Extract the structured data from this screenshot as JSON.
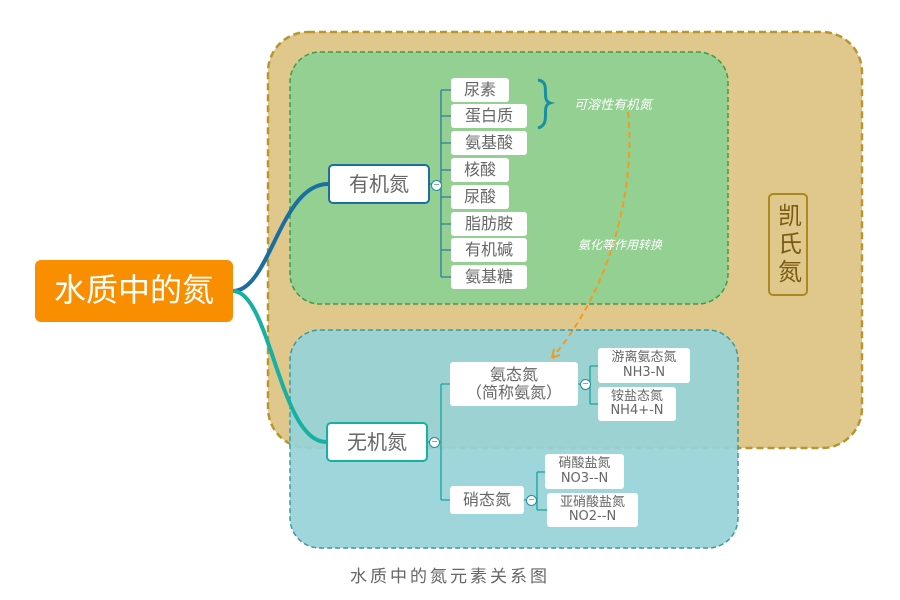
{
  "root": "水质中的氮",
  "kjeldahl": "凯氏氮",
  "organic": {
    "label": "有机氮",
    "children": [
      "尿素",
      "蛋白质",
      "氨基酸",
      "核酸",
      "尿酸",
      "脂肪胺",
      "有机碱",
      "氨基糖"
    ],
    "note": "可溶性有机氮"
  },
  "conversion_note": "氨化等作用转换",
  "inorganic": {
    "label": "无机氮",
    "ammonia": {
      "label": "氨态氮",
      "sub": "（简称氨氮）",
      "children": [
        {
          "name": "游离氨态氮",
          "formula": "NH3-N"
        },
        {
          "name": "铵盐态氮",
          "formula": "NH4+-N"
        }
      ]
    },
    "nitrate": {
      "label": "硝态氮",
      "children": [
        {
          "name": "硝酸盐氮",
          "formula": "NO3--N"
        },
        {
          "name": "亚硝酸盐氮",
          "formula": "NO2--N"
        }
      ]
    }
  },
  "caption": "水质中的氮元素关系图",
  "colors": {
    "root": "#f98e00",
    "tan": "#e0c88c",
    "green": "#94d092",
    "teal": "#97d2d8",
    "arrow": "#f59a1c"
  }
}
